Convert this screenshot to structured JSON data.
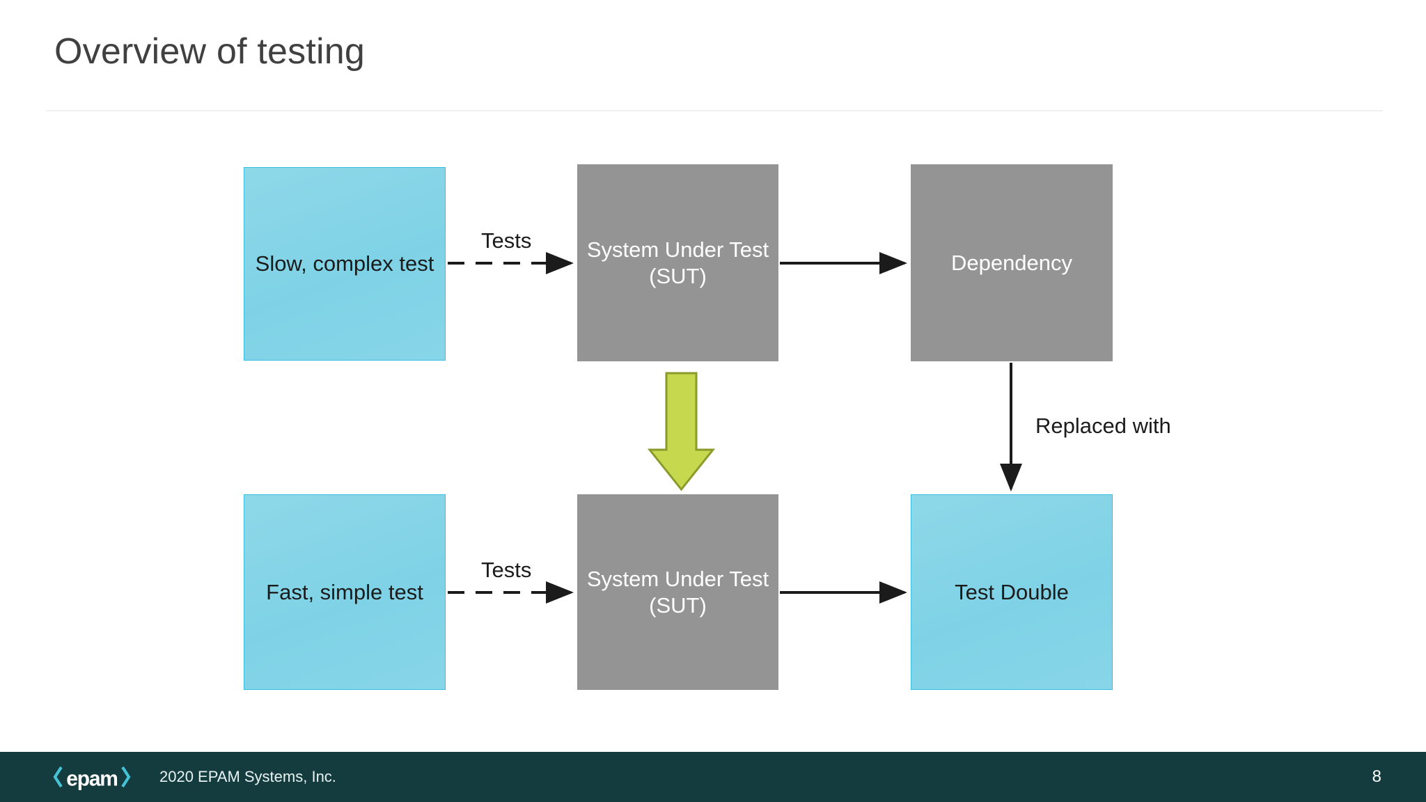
{
  "slide": {
    "title": "Overview of testing",
    "page_number": "8"
  },
  "diagram": {
    "nodes": [
      {
        "id": "slow-complex-test",
        "label": "Slow, complex test",
        "style": "cyan"
      },
      {
        "id": "sut-top",
        "label": "System Under Test (SUT)",
        "style": "gray"
      },
      {
        "id": "dependency",
        "label": "Dependency",
        "style": "gray"
      },
      {
        "id": "fast-simple-test",
        "label": "Fast, simple test",
        "style": "cyan"
      },
      {
        "id": "sut-bottom",
        "label": "System Under Test (SUT)",
        "style": "gray"
      },
      {
        "id": "test-double",
        "label": "Test Double",
        "style": "cyan"
      }
    ],
    "edge_labels": {
      "tests_top": "Tests",
      "tests_bottom": "Tests",
      "replaced_with": "Replaced with"
    },
    "transform_arrow": "down-arrow-green"
  },
  "footer": {
    "logo_text": "epam",
    "logo_bracket_left": "‹",
    "logo_bracket_right": "›",
    "copyright": "2020 EPAM Systems, Inc."
  },
  "colors": {
    "cyan_fill": "#87d5e8",
    "cyan_border": "#39c0e0",
    "gray_fill": "#949494",
    "green_arrow_fill": "#c6d84e",
    "green_arrow_border": "#8a9a2b",
    "footer_bg": "#143c3e",
    "logo_accent": "#45c2d6",
    "title_text": "#404040"
  }
}
